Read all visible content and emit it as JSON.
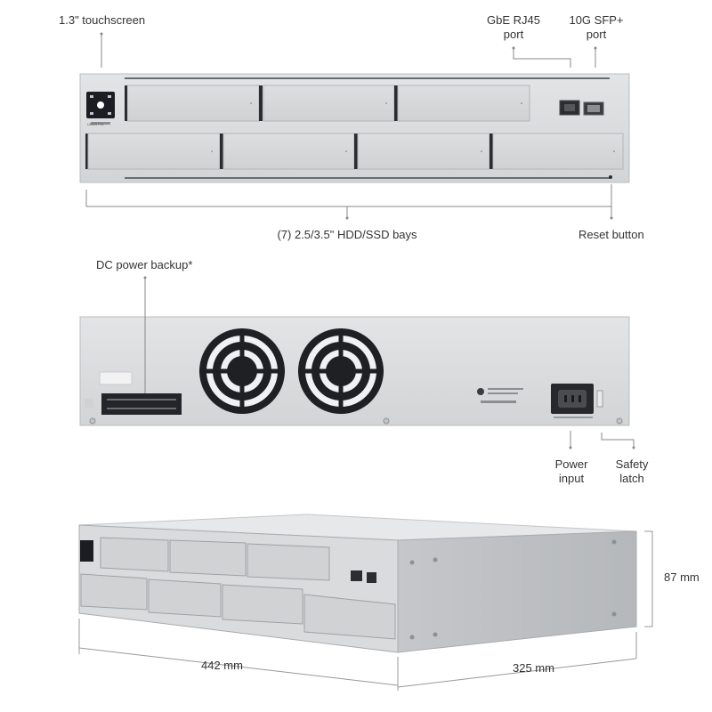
{
  "front": {
    "touchscreen": "1.3\" touchscreen",
    "rj45_line1": "GbE RJ45",
    "rj45_line2": "port",
    "sfp_line1": "10G SFP+",
    "sfp_line2": "port",
    "bays": "(7) 2.5/3.5\" HDD/SSD bays",
    "reset": "Reset button",
    "brand": "UNAS Pro"
  },
  "rear": {
    "dc_power": "DC power backup*",
    "power_line1": "Power",
    "power_line2": "input",
    "latch_line1": "Safety",
    "latch_line2": "latch"
  },
  "dimensions": {
    "height": "87 mm",
    "width": "442 mm",
    "depth": "325 mm"
  }
}
